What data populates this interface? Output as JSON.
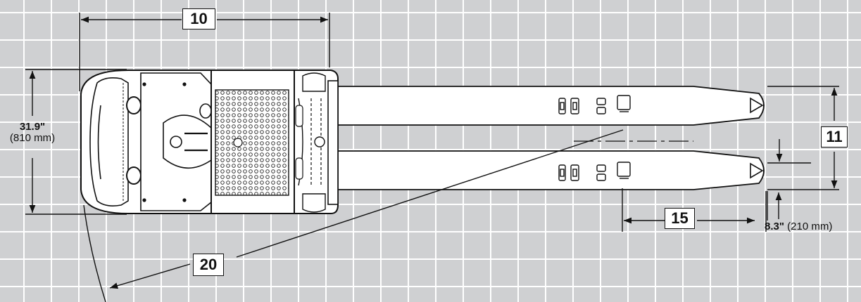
{
  "callouts": {
    "c10": "10",
    "c11": "11",
    "c15": "15",
    "c20": "20"
  },
  "dimensions": {
    "width_in": "31.9\"",
    "width_mm": "(810 mm)",
    "fork_in": "8.3\"",
    "fork_mm": "(210 mm)"
  }
}
